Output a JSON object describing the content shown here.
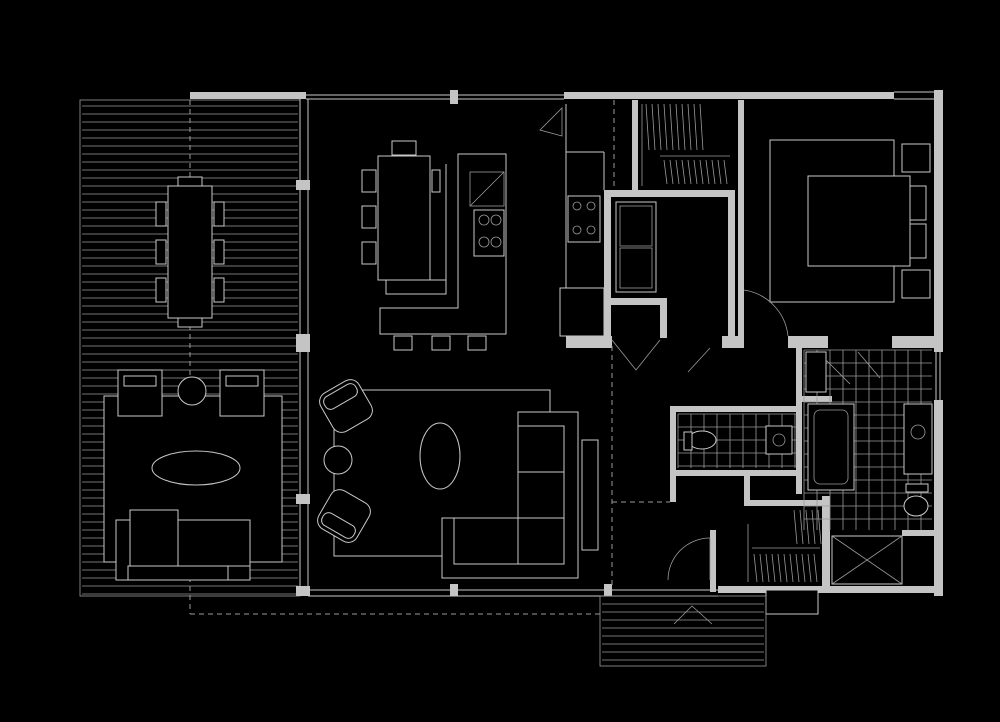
{
  "drawing": {
    "kind": "architectural floor plan",
    "background_color": "#000000",
    "line_color": "#c8c8c8",
    "wall_fill_color": "#c4c4c4",
    "has_text_labels": false
  },
  "rooms": [
    {
      "id": "deck",
      "furniture": [
        "outdoor-dining-table",
        "outdoor-chairs",
        "outdoor-armchairs",
        "side-table",
        "oval-coffee-table",
        "outdoor-sofa",
        "rug"
      ]
    },
    {
      "id": "dining",
      "furniture": [
        "dining-table",
        "dining-chairs"
      ]
    },
    {
      "id": "kitchen",
      "furniture": [
        "island",
        "range-cooktop",
        "counter",
        "sink",
        "bar-stools"
      ]
    },
    {
      "id": "living",
      "furniture": [
        "lounge-chairs",
        "round-side-table",
        "oval-coffee-table",
        "sectional-sofa",
        "console",
        "rug"
      ]
    },
    {
      "id": "laundry",
      "furniture": [
        "washer",
        "dryer"
      ]
    },
    {
      "id": "powder-room",
      "furniture": [
        "toilet",
        "vanity"
      ]
    },
    {
      "id": "primary-bedroom",
      "furniture": [
        "bed",
        "nightstands",
        "closet"
      ]
    },
    {
      "id": "primary-bath",
      "furniture": [
        "bathtub",
        "vanity",
        "toilet",
        "shower"
      ]
    },
    {
      "id": "entry",
      "furniture": [
        "closet",
        "front-steps"
      ]
    }
  ],
  "icons": [
    "door-swing-icon",
    "stair-icon",
    "cooktop-icon"
  ]
}
